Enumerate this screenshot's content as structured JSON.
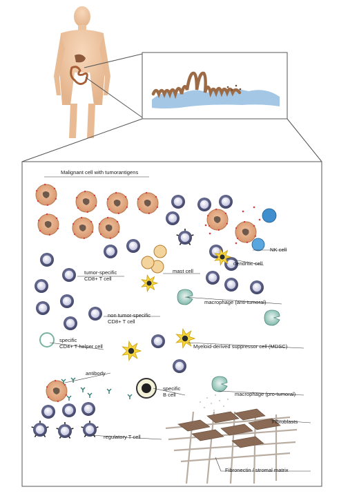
{
  "labels": {
    "malignant": "Malignant cell with tumorantigens",
    "nk": "NK cell",
    "mast": "mast cell",
    "dendritic": "dendritic cell",
    "tumor_cd8_line1": "tumor-specific",
    "tumor_cd8_line2": "CD8+ T cell",
    "macro_anti": "macrophage (anti-tumoral)",
    "non_cd8_line1": "non tumor-specific",
    "non_cd8_line2": "CD8+ T cell",
    "cd4_line1": "specific",
    "cd4_line2": "CD4+ T helper cell",
    "mdsc": "Myeloid-derived suppressor cell (MDSC)",
    "antibody": "antibody",
    "bcell_line1": "specific",
    "bcell_line2": "B cell",
    "macro_pro": "macrophage (pro-tumoral)",
    "fibroblasts": "Fibroblasts",
    "treg": "regulatory T cell",
    "fibronectin": "Fibronectin / stromal matrix"
  },
  "colors": {
    "tumor": "#e2a579",
    "tumor_edge": "#b9774c",
    "tcell_outer": "#55597f",
    "tcell_inner": "#dcdcee",
    "macrophage": "#7ab5a6",
    "nk": "#3f8fcf",
    "mdsc": "#f0c419",
    "fibroblast": "#8a6a55",
    "frame": "#555555"
  }
}
